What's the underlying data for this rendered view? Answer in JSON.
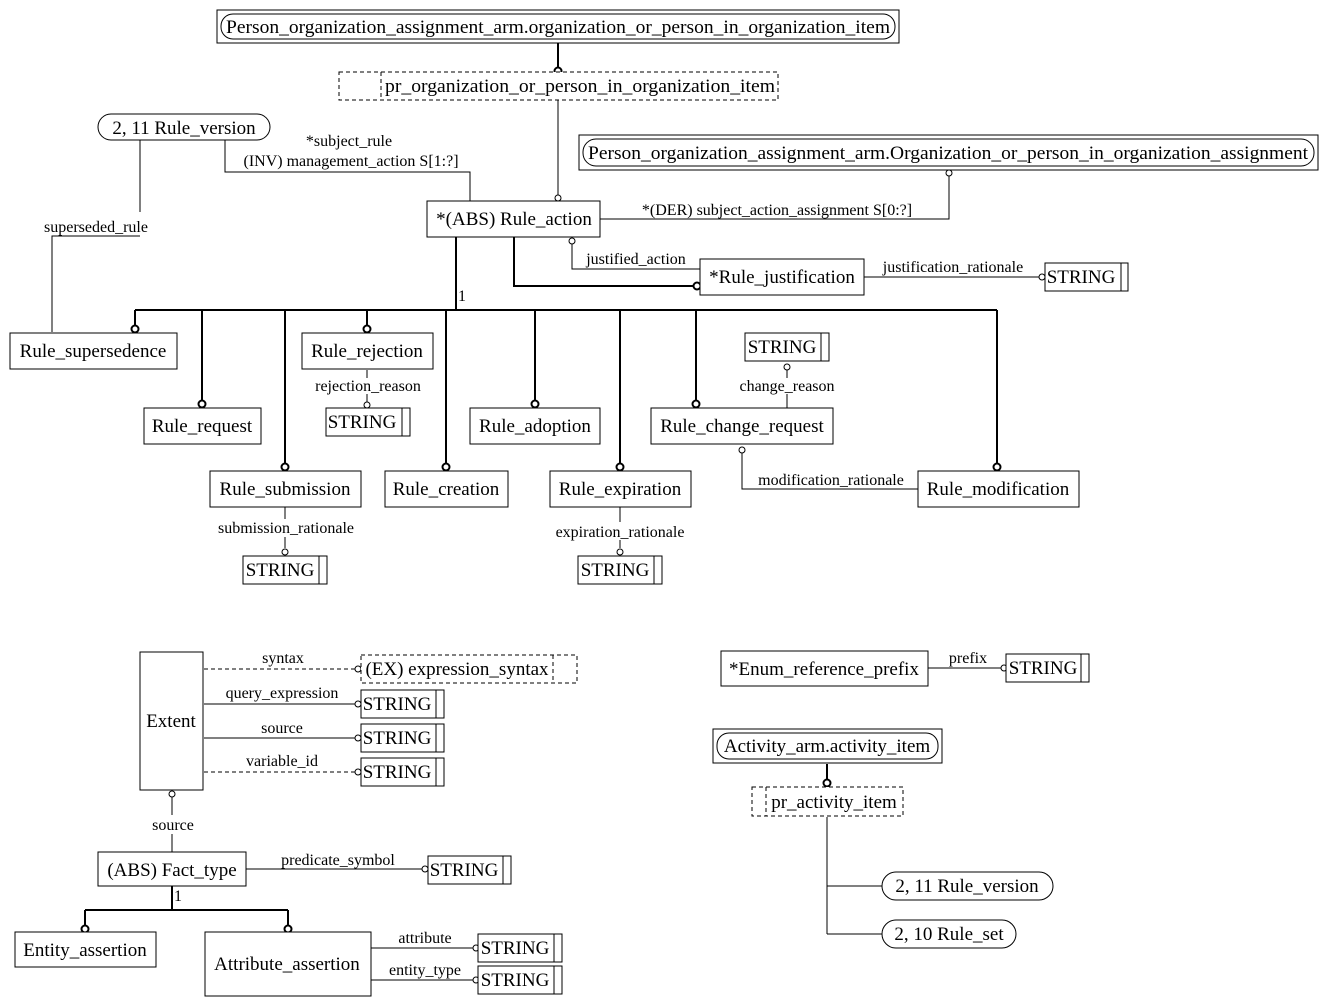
{
  "diagram": {
    "boxes": {
      "poa_select": "Person_organization_assignment_arm.organization_or_person_in_organization_item",
      "pr_org_item": "pr_organization_or_person_in_organization_item",
      "rule_version_ref": "2, 11 Rule_version",
      "poa_entity": "Person_organization_assignment_arm.Organization_or_person_in_organization_assignment",
      "rule_action": "*(ABS) Rule_action",
      "rule_justification": "*Rule_justification",
      "string_justification": "STRING",
      "rule_supersedence": "Rule_supersedence",
      "rule_rejection": "Rule_rejection",
      "string_rejection": "STRING",
      "rule_request": "Rule_request",
      "string_change": "STRING",
      "rule_adoption": "Rule_adoption",
      "rule_change_request": "Rule_change_request",
      "rule_submission": "Rule_submission",
      "rule_creation": "Rule_creation",
      "rule_expiration": "Rule_expiration",
      "rule_modification": "Rule_modification",
      "string_submission": "STRING",
      "string_expiration": "STRING",
      "extent": "Extent",
      "expression_syntax": "(EX) expression_syntax",
      "string_query": "STRING",
      "string_source": "STRING",
      "string_variable": "STRING",
      "fact_type": "(ABS) Fact_type",
      "string_predicate": "STRING",
      "entity_assertion": "Entity_assertion",
      "attribute_assertion": "Attribute_assertion",
      "string_attribute": "STRING",
      "string_entity_type": "STRING",
      "enum_prefix": "*Enum_reference_prefix",
      "string_prefix": "STRING",
      "activity_item": "Activity_arm.activity_item",
      "pr_activity_item": "pr_activity_item",
      "rule_version_ref2": "2, 11 Rule_version",
      "rule_set_ref": "2, 10 Rule_set"
    },
    "labels": {
      "subject_rule": "*subject_rule",
      "management_action": "(INV) management_action S[1:?]",
      "superseded_rule": "superseded_rule",
      "subject_action_assignment": "*(DER) subject_action_assignment S[0:?]",
      "justified_action": "justified_action",
      "justification_rationale": "justification_rationale",
      "one_rule": "1",
      "rejection_reason": "rejection_reason",
      "change_reason": "change_reason",
      "modification_rationale": "modification_rationale",
      "submission_rationale": "submission_rationale",
      "expiration_rationale": "expiration_rationale",
      "syntax": "syntax",
      "query_expression": "query_expression",
      "source_attr": "source",
      "variable_id": "variable_id",
      "source_inv": "source",
      "predicate_symbol": "predicate_symbol",
      "one_fact": "1",
      "attribute": "attribute",
      "entity_type": "entity_type",
      "prefix": "prefix"
    }
  }
}
